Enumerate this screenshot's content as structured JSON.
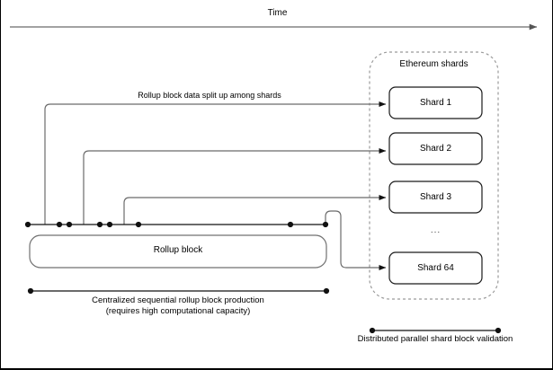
{
  "diagram": {
    "title_axis": "Time",
    "flow_label": "Rollup block data split up among shards",
    "rollup_block_label": "Rollup block",
    "shards_group_title": "Ethereum shards",
    "shard_ellipsis": "...",
    "shards": [
      {
        "label": "Shard 1"
      },
      {
        "label": "Shard 2"
      },
      {
        "label": "Shard 3"
      },
      {
        "label": "Shard 64"
      }
    ],
    "centralized_caption_line1": "Centralized sequential rollup block production",
    "centralized_caption_line2": "(requires high computational capacity)",
    "distributed_caption": "Distributed parallel shard block validation",
    "colors": {
      "line": "#6b6b6b",
      "stroke_dark": "#000000",
      "box_stroke": "#1a1a1a",
      "dashed_stroke": "#999999",
      "text": "#000000",
      "background": "#ffffff"
    }
  }
}
